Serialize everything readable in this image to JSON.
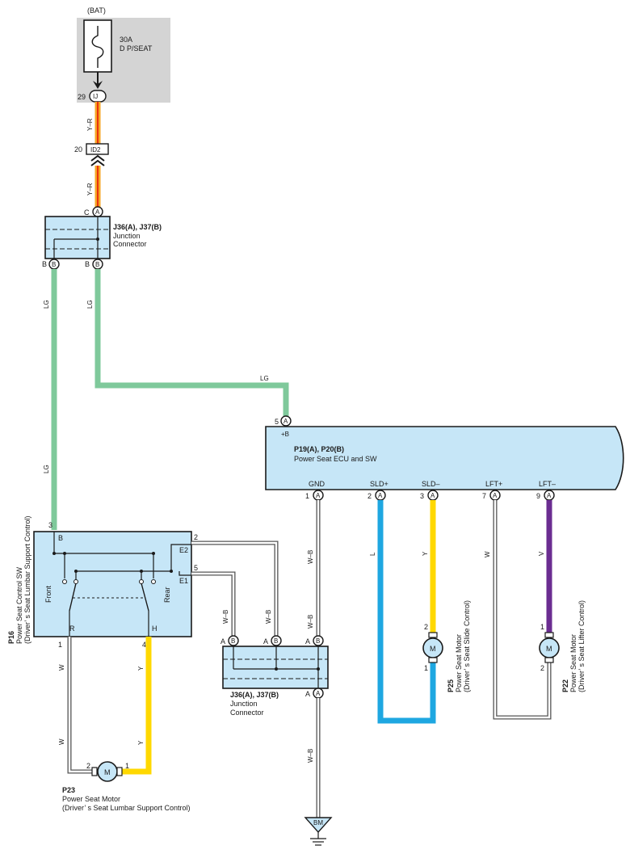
{
  "battery": {
    "label": "(BAT)",
    "fuse_rating": "30A",
    "fuse_name": "D P/SEAT"
  },
  "colors": {
    "y_r_outer": "#f5a623",
    "y_r_inner": "#e8320f",
    "lg": "#7fc99b",
    "l": "#1ea7e1",
    "y": "#ffd800",
    "v": "#6b2d91",
    "box_fill": "#c6e6f7",
    "fuse_bg": "#d4d4d4"
  },
  "connectors": {
    "ij": {
      "pin": "29",
      "name": "IJ"
    },
    "id2": {
      "pin": "20",
      "name": "ID2"
    }
  },
  "junction_top": {
    "title": "J36(A), J37(B)",
    "desc": "Junction",
    "desc2": "Connector",
    "pin_c": "C",
    "pin_a": "A",
    "pin_b1": "B",
    "pin_b2": "B",
    "letter_b1": "B",
    "letter_b2": "B"
  },
  "junction_bottom": {
    "title": "J36(A), J37(B)",
    "desc": "Junction",
    "desc2": "Connector",
    "pin_a1": "A",
    "pin_a2": "A",
    "pin_a3": "A",
    "pin_a_out": "A",
    "letter_b1": "B",
    "letter_b2": "B",
    "letter_b3": "B",
    "letter_a_out": "A"
  },
  "wire_labels": {
    "y_r1": "Y–R",
    "y_r2": "Y–R",
    "lg_left1": "LG",
    "lg_right1": "LG",
    "lg_horiz": "LG",
    "lg_left2": "LG",
    "wb1": "W–B",
    "wb2": "W–B",
    "wb_left": "W–B",
    "wb_mid": "W–B",
    "wb_out": "W–B",
    "l": "L",
    "y_sld": "Y",
    "w_lft": "W",
    "v_lft": "V",
    "w_p23a": "W",
    "w_p23b": "W",
    "y_p23a": "Y",
    "y_p23b": "Y"
  },
  "ecu": {
    "code": "P19(A), P20(B)",
    "name": "Power Seat ECU and SW",
    "plus_b": "+B",
    "plus_b_pin": "5",
    "terminals": [
      {
        "name": "GND",
        "pin": "1",
        "conn": "A"
      },
      {
        "name": "SLD+",
        "pin": "2",
        "conn": "A"
      },
      {
        "name": "SLD–",
        "pin": "3",
        "conn": "A"
      },
      {
        "name": "LFT+",
        "pin": "7",
        "conn": "A"
      },
      {
        "name": "LFT–",
        "pin": "9",
        "conn": "A"
      }
    ],
    "plus_b_conn": "A"
  },
  "p16": {
    "code": "P16",
    "name": "Power Seat Control SW",
    "desc": "(Driver’ s Seat Lumbar Support Control)",
    "term_b": "B",
    "term_e2": "E2",
    "term_e1": "E1",
    "term_r": "R",
    "term_h": "H",
    "label_front": "Front",
    "label_rear": "Rear",
    "pin_3": "3",
    "pin_2": "2",
    "pin_5": "5",
    "pin_1": "1",
    "pin_4": "4"
  },
  "p25": {
    "code": "P25",
    "name": "Power Seat Motor",
    "desc": "(Driver’ s Seat Slide Control)",
    "pin_top": "2",
    "pin_bot": "1",
    "symbol": "M"
  },
  "p22": {
    "code": "P22",
    "name": "Power Seat Motor",
    "desc": "(Driver’ s Seat Lifter Control)",
    "pin_top": "1",
    "pin_bot": "2",
    "symbol": "M"
  },
  "p23": {
    "code": "P23",
    "name": "Power Seat Motor",
    "desc": "(Driver’ s Seat Lumbar Support Control)",
    "pin_left": "2",
    "pin_right": "1",
    "symbol": "M"
  },
  "ground": {
    "label": "BM"
  }
}
